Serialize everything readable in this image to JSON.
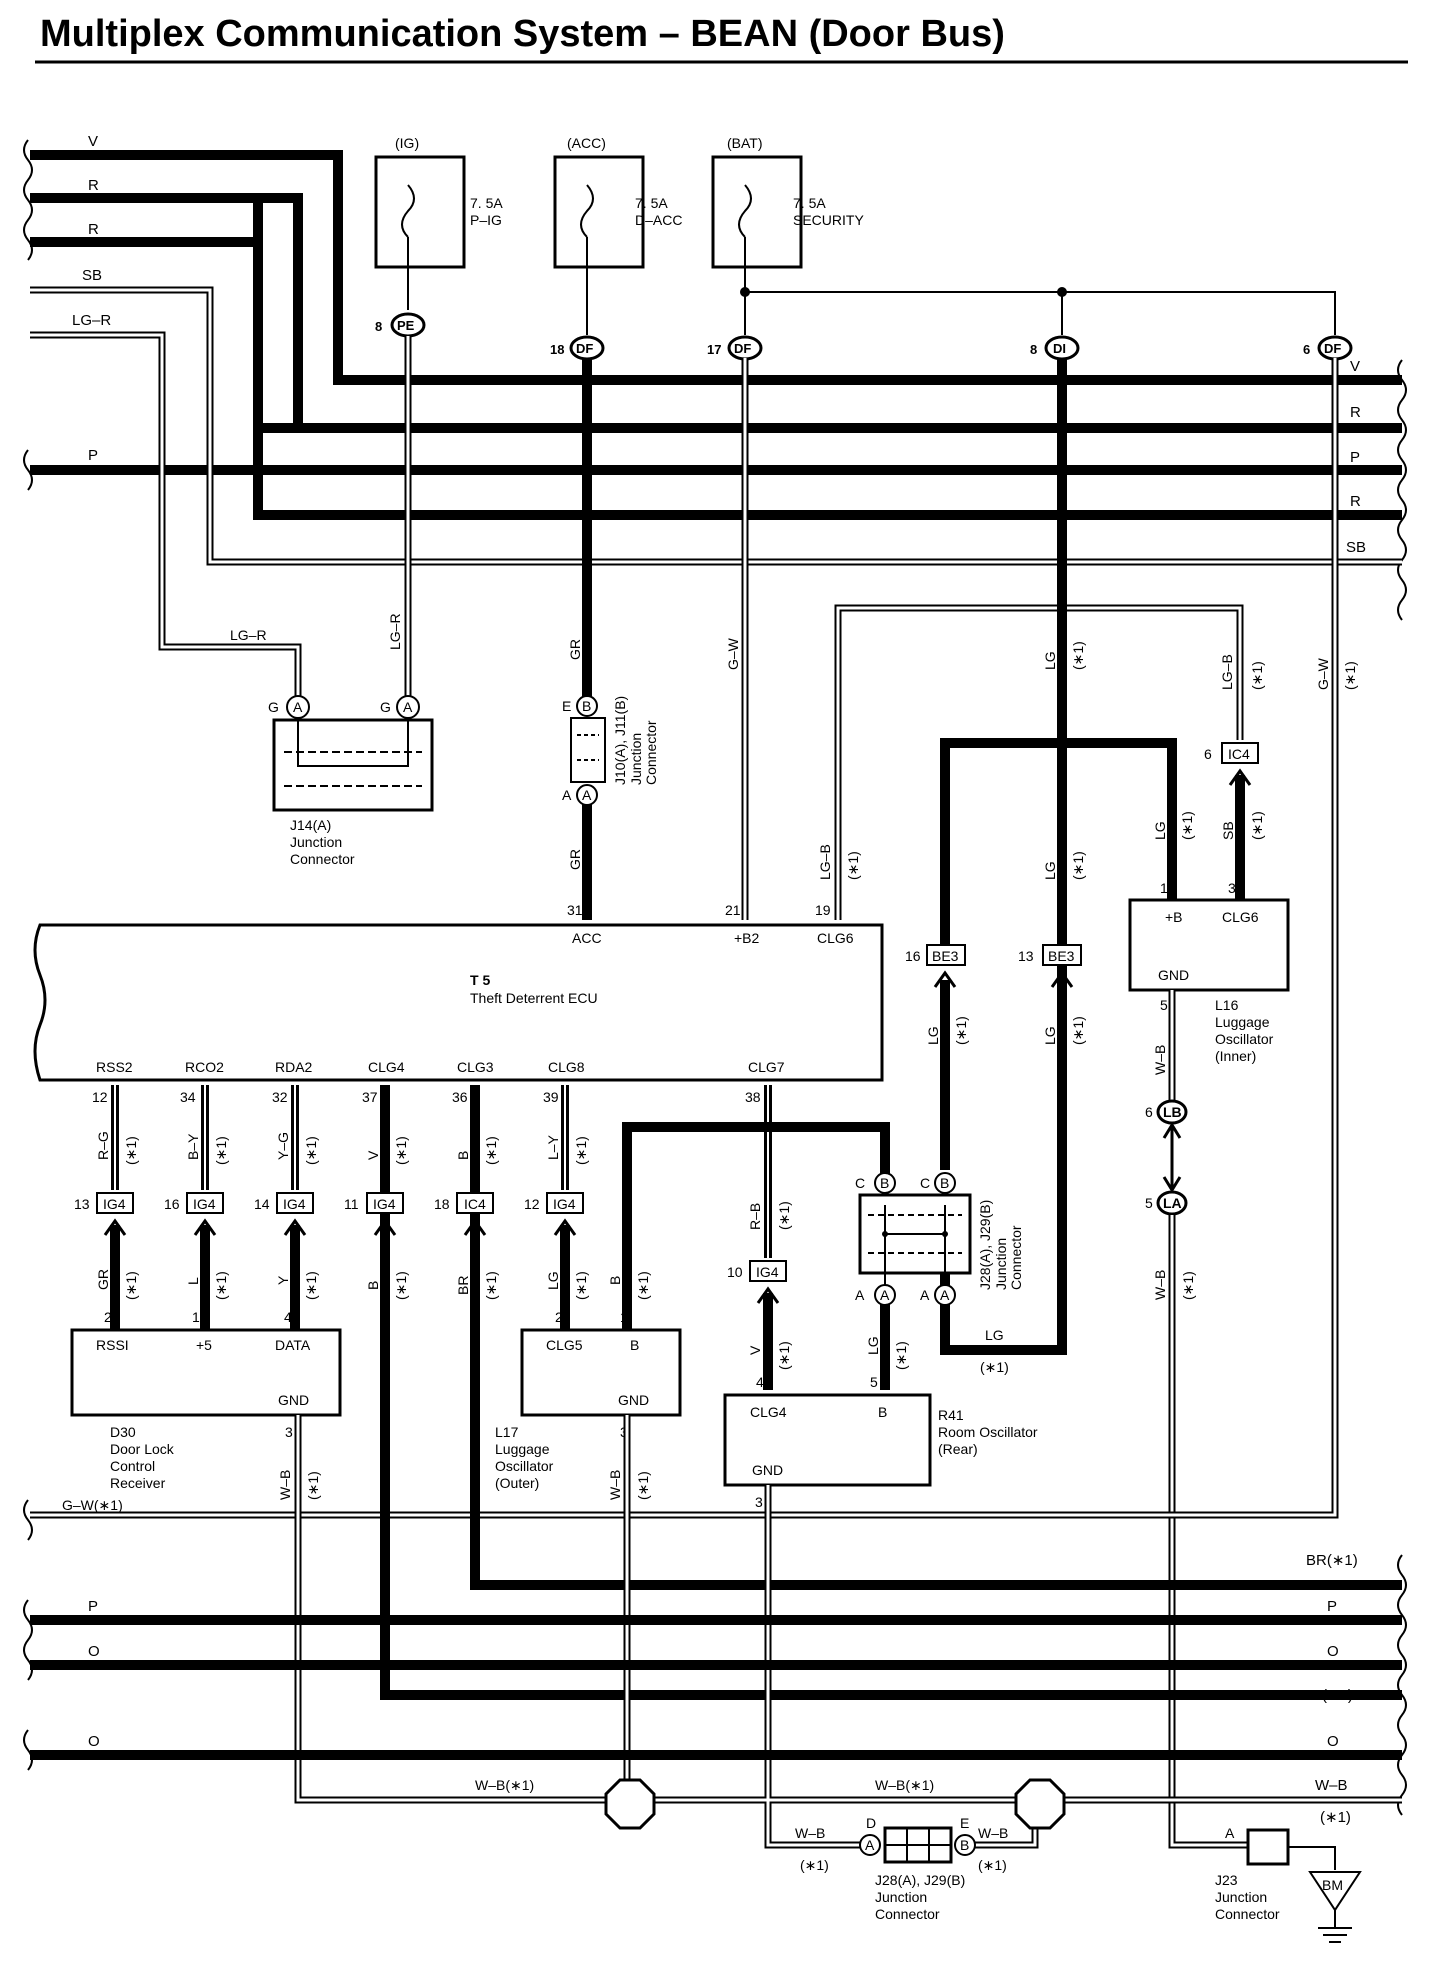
{
  "title": "Multiplex Communication System – BEAN (Door Bus)",
  "left_wires": [
    "V",
    "R",
    "R",
    "SB",
    "LG–R",
    "P"
  ],
  "right_wires_top": [
    "V",
    "R",
    "P",
    "R",
    "SB"
  ],
  "fuses": [
    {
      "src": "(IG)",
      "amp": "7. 5A",
      "name": "P–IG",
      "pin": "8",
      "conn": "PE"
    },
    {
      "src": "(ACC)",
      "amp": "7. 5A",
      "name": "D–ACC",
      "pin": "18",
      "conn": "DF"
    },
    {
      "src": "(BAT)",
      "amp": "7. 5A",
      "name": "SECURITY",
      "pin": "17",
      "conn": "DF"
    }
  ],
  "extra_conns": [
    {
      "pin": "8",
      "conn": "DI"
    },
    {
      "pin": "6",
      "conn": "DF"
    }
  ],
  "ecu": {
    "ref": "T 5",
    "name": "Theft Deterrent ECU",
    "top_pins": [
      {
        "n": "31",
        "s": "ACC"
      },
      {
        "n": "21",
        "s": "+B2"
      },
      {
        "n": "19",
        "s": "CLG6"
      }
    ],
    "bottom_pins": [
      {
        "n": "12",
        "s": "RSS2"
      },
      {
        "n": "34",
        "s": "RCO2"
      },
      {
        "n": "32",
        "s": "RDA2"
      },
      {
        "n": "37",
        "s": "CLG4"
      },
      {
        "n": "36",
        "s": "CLG3"
      },
      {
        "n": "39",
        "s": "CLG8"
      },
      {
        "n": "38",
        "s": "CLG7"
      }
    ]
  },
  "j14": {
    "ref": "J14(A)",
    "l1": "Junction",
    "l2": "Connector",
    "pin": "G",
    "conn": "A"
  },
  "j10": {
    "ref": "J10(A), J11(B)",
    "l1": "Junction",
    "l2": "Connector"
  },
  "j28": {
    "ref": "J28(A), J29(B)",
    "l1": "Junction",
    "l2": "Connector"
  },
  "j23": {
    "ref": "J23",
    "l1": "Junction",
    "l2": "Connector",
    "pin": "A"
  },
  "ground": "BM",
  "star": "(∗1)",
  "wire_colors": {
    "gr": "GR",
    "gw": "G–W",
    "lgr": "LG–R",
    "lg": "LG",
    "lgb": "LG–B",
    "sb": "SB",
    "wb": "W–B",
    "rg": "R–G",
    "by": "B–Y",
    "yg": "Y–G",
    "v": "V",
    "b": "B",
    "ly": "L–Y",
    "rb": "R–B",
    "l": "L",
    "y": "Y",
    "br": "BR"
  },
  "d30": {
    "ref": "D30",
    "l1": "Door Lock",
    "l2": "Control",
    "l3": "Receiver",
    "p1": "RSSI",
    "p2": "+5",
    "p3": "DATA",
    "gnd": "GND"
  },
  "l17": {
    "ref": "L17",
    "l1": "Luggage",
    "l2": "Oscillator",
    "l3": "(Outer)",
    "p1": "CLG5",
    "p2": "B",
    "gnd": "GND"
  },
  "r41": {
    "ref": "R41",
    "l1": "Room Oscillator",
    "l2": "(Rear)",
    "p1": "CLG4",
    "p2": "B",
    "gnd": "GND"
  },
  "l16": {
    "ref": "L16",
    "l1": "Luggage",
    "l2": "Oscillator",
    "l3": "(Inner)",
    "p1": "+B",
    "p2": "CLG6",
    "gnd": "GND"
  },
  "bottom_left": {
    "gw": "G–W(∗1)",
    "p": "P",
    "o1": "O",
    "o2": "O"
  },
  "bottom_right": [
    "BR(∗1)",
    "P",
    "O",
    "B(∗1)",
    "O",
    "W–B",
    "(∗1)"
  ],
  "wb_star": "W–B(∗1)"
}
